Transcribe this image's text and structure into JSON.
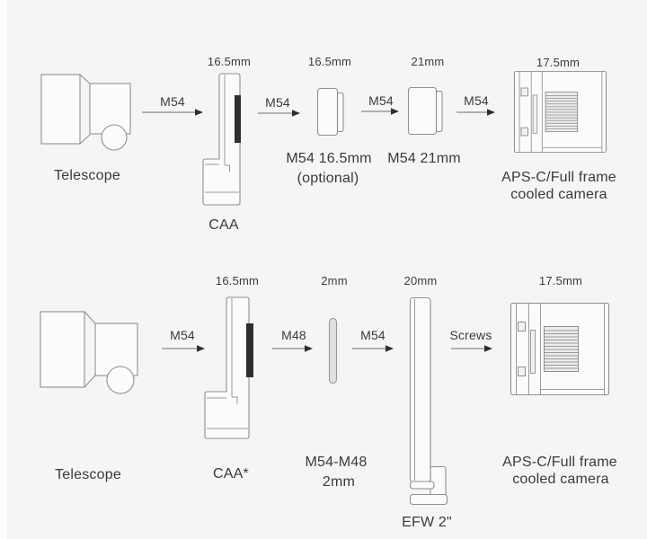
{
  "figure": {
    "colors": {
      "background": "#f5f5f4",
      "outline": "#8f8f8f",
      "arrow_line": "#6e6e6e",
      "arrow_head": "#2f2f2f",
      "text": "#3a3a3a",
      "caa_strip": "#2f2f2f",
      "ring_fill": "#e0e0e0"
    },
    "rows": [
      {
        "telescope": {
          "label": "Telescope"
        },
        "arrows": [
          {
            "label": "M54"
          },
          {
            "label": "M54"
          },
          {
            "label": "M54"
          },
          {
            "label": "M54"
          }
        ],
        "caa": {
          "dim": "16.5mm",
          "label": "CAA"
        },
        "spacer1": {
          "dim": "16.5mm",
          "label": "M54 16.5mm",
          "sublabel": "(optional)"
        },
        "spacer2": {
          "dim": "21mm",
          "label": "M54 21mm"
        },
        "camera": {
          "dim": "17.5mm",
          "label_line1": "APS-C/Full frame",
          "label_line2": "cooled camera"
        }
      },
      {
        "telescope": {
          "label": "Telescope"
        },
        "arrows": [
          {
            "label": "M54"
          },
          {
            "label": "M48"
          },
          {
            "label": "M54"
          },
          {
            "label": "Screws"
          }
        ],
        "caa": {
          "dim": "16.5mm",
          "label": "CAA*"
        },
        "ring": {
          "dim": "2mm",
          "label_line1": "M54-M48",
          "label_line2": "2mm"
        },
        "efw": {
          "dim": "20mm",
          "label": "EFW 2\""
        },
        "camera": {
          "dim": "17.5mm",
          "label_line1": "APS-C/Full frame",
          "label_line2": "cooled camera"
        }
      }
    ]
  }
}
